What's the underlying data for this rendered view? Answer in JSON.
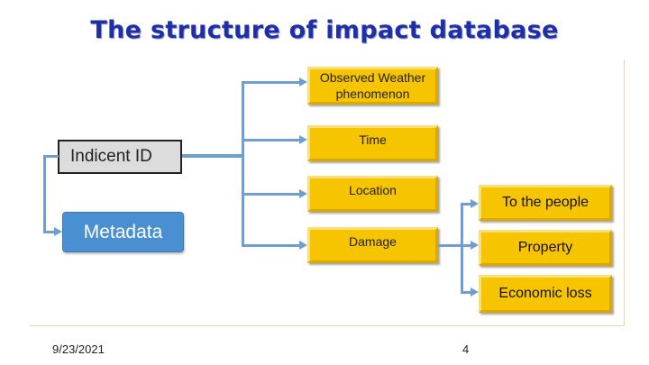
{
  "title": "The structure of impact database",
  "nodes": {
    "incident_id": "Indicent ID",
    "metadata": "Metadata",
    "observed_weather": "Observed Weather phenomenon",
    "time": "Time",
    "location": "Location",
    "damage": "Damage",
    "to_the_people": "To the people",
    "property": "Property",
    "economic_loss": "Economic loss"
  },
  "footer": {
    "date": "9/23/2021",
    "page": "4"
  },
  "colors": {
    "title": "#1f2fa8",
    "yellow_box": "#f7c400",
    "metadata_box": "#4a8fd1",
    "connector": "#6f9ed3"
  }
}
